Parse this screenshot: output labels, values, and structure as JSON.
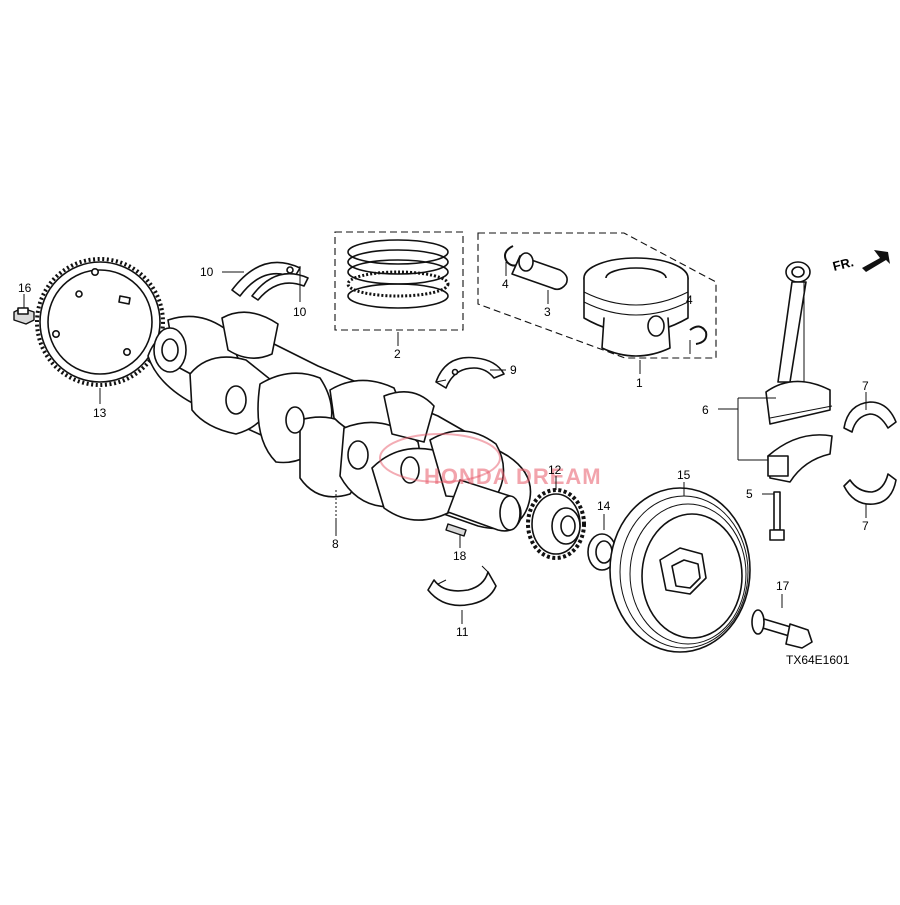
{
  "diagram": {
    "code": "TX64E1601",
    "direction_label": "FR.",
    "watermark": "HONDA DREAM",
    "callouts": {
      "c1": "1",
      "c2": "2",
      "c3": "3",
      "c4a": "4",
      "c4b": "4",
      "c5": "5",
      "c6": "6",
      "c7a": "7",
      "c7b": "7",
      "c8": "8",
      "c9": "9",
      "c10a": "10",
      "c10b": "10",
      "c11": "11",
      "c12": "12",
      "c13": "13",
      "c14": "14",
      "c15": "15",
      "c16": "16",
      "c17": "17",
      "c18": "18"
    }
  }
}
